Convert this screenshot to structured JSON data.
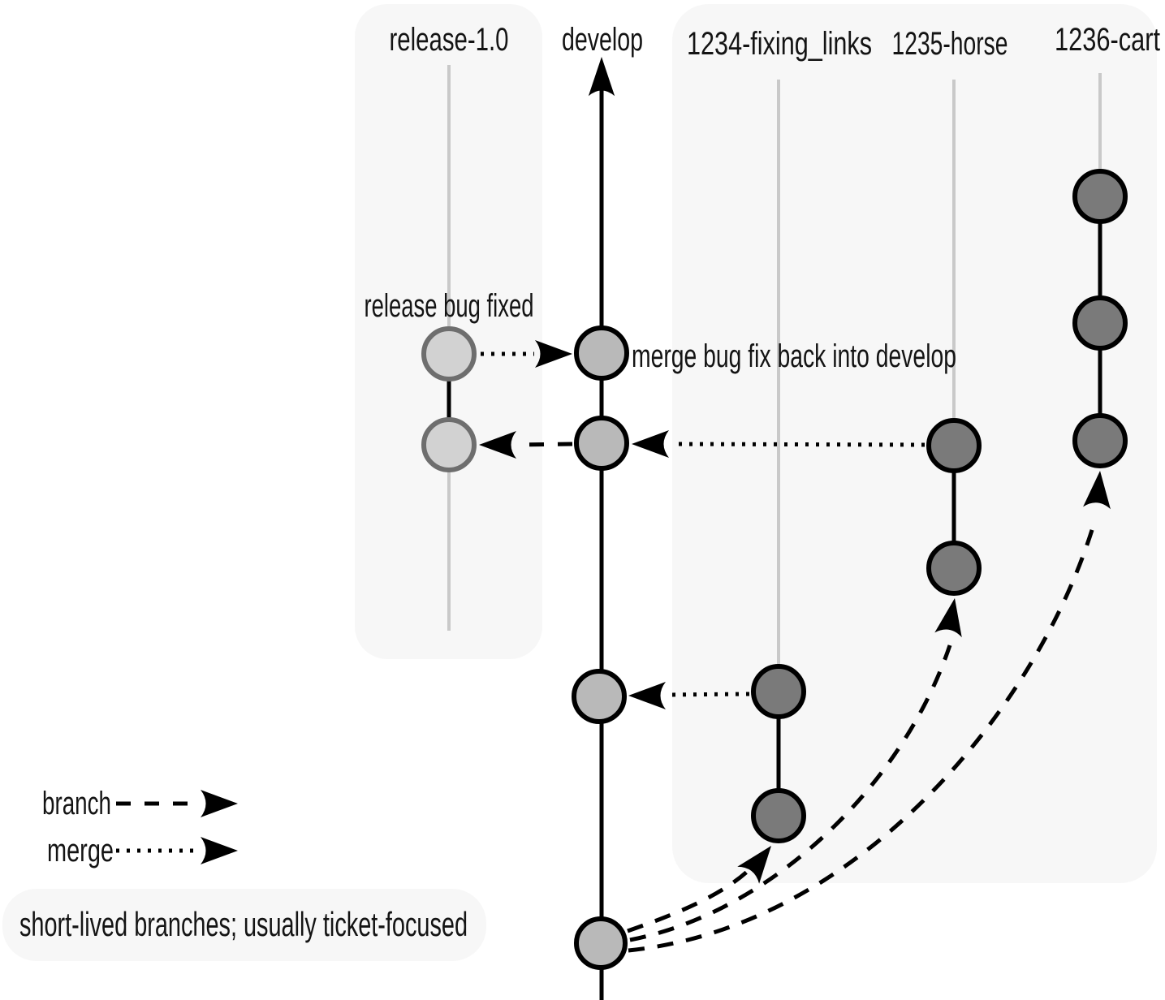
{
  "branches": {
    "release": {
      "label": "release-1.0"
    },
    "develop": {
      "label": "develop"
    },
    "fixing_links": {
      "label": "1234-fixing_links"
    },
    "horse": {
      "label": "1235-horse"
    },
    "cart": {
      "label": "1236-cart"
    }
  },
  "annotations": {
    "release_bug_fixed": "release bug fixed",
    "merge_bug_fix": "merge bug fix back into develop",
    "short_lived_note": "short-lived branches; usually ticket-focused"
  },
  "legend": {
    "branch": "branch",
    "merge": "merge"
  },
  "colors": {
    "panel_bg": "#f7f7f7",
    "release_commit_fill": "#d2d2d2",
    "release_commit_stroke": "#6e6e6e",
    "develop_commit_fill": "#b9b9b9",
    "feature_commit_fill": "#7a7a7a",
    "branch_guide_line": "#c9c9c9",
    "ink": "#000000"
  }
}
